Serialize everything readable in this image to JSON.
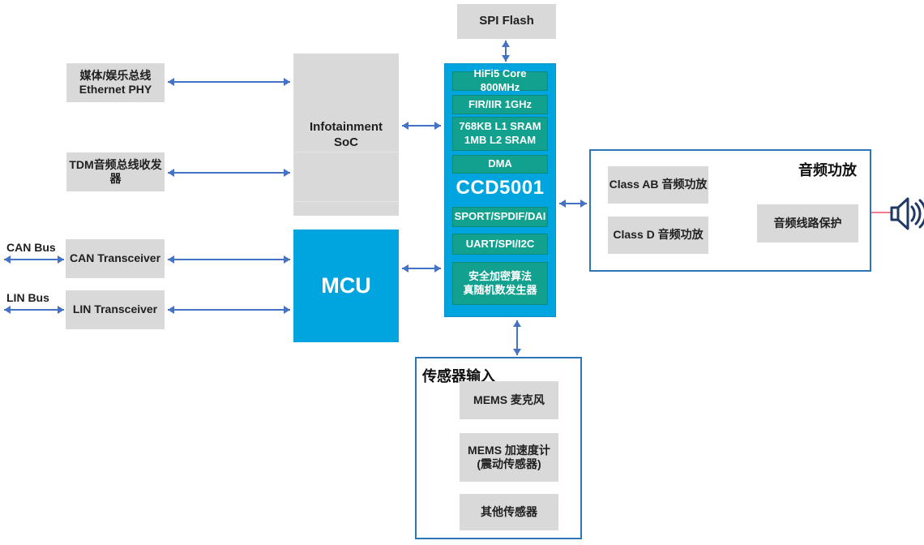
{
  "colors": {
    "box_gray": "#D9D9D9",
    "chip_cyan": "#00A5E0",
    "block_teal": "#12A08F",
    "arrow_blue": "#4472C4",
    "group_border_blue": "#2E75B6",
    "speaker_navy": "#1F3864",
    "speaker_link_pink": "#F07C8C"
  },
  "spi_flash": {
    "label": "SPI Flash"
  },
  "chip": {
    "name": "CCD5001",
    "blocks_upper": [
      "HiFi5 Core 800MHz",
      "FIR/IIR 1GHz",
      "768KB L1 SRAM\n1MB L2 SRAM",
      "DMA"
    ],
    "blocks_lower": [
      "SPORT/SPDIF/DAI",
      "UART/SPI/I2C",
      "安全加密算法\n真随机数发生器"
    ]
  },
  "soc": {
    "label": "Infotainment\nSoC"
  },
  "mcu": {
    "label": "MCU"
  },
  "left_column": {
    "ethernet_phy": "媒体/娱乐总线\nEthernet PHY",
    "tdm_transceiver": "TDM音频总线收发\n器",
    "can_transceiver": "CAN Transceiver",
    "lin_transceiver": "LIN Transceiver",
    "can_bus": "CAN Bus",
    "lin_bus": "LIN Bus"
  },
  "audio_amp": {
    "title": "音频功放",
    "class_ab": "Class AB 音频功放",
    "class_d": "Class D 音频功放",
    "line_protect": "音频线路保护"
  },
  "sensor_input": {
    "title": "传感器输入",
    "mems_mic": "MEMS 麦克风",
    "mems_accel": "MEMS 加速度计\n(震动传感器)",
    "other": "其他传感器"
  }
}
